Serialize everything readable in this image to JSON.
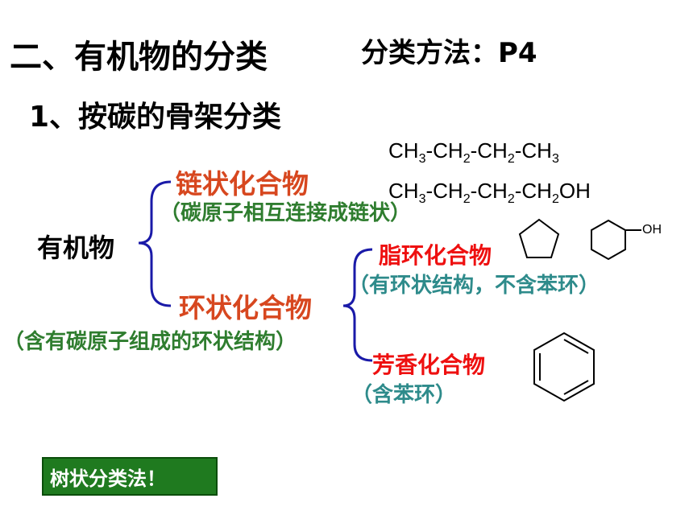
{
  "header": {
    "title": "二、有机物的分类",
    "method": "分类方法：P4"
  },
  "section": {
    "subtitle": "1、按碳的骨架分类"
  },
  "formulas": {
    "alkane": [
      "CH",
      "3",
      "-CH",
      "2",
      "-CH",
      "2",
      "-CH",
      "3"
    ],
    "alcohol": [
      "CH",
      "3",
      "-CH",
      "2",
      "-CH",
      "2",
      "-CH",
      "2",
      "OH"
    ]
  },
  "tree": {
    "root": "有机物",
    "chain": {
      "label": "链状化合物",
      "note": "（碳原子相互连接成链状）"
    },
    "ring": {
      "label": "环状化合物",
      "note": "（含有碳原子组成的环状结构）",
      "alicyclic": {
        "label": "脂环化合物",
        "note": "（有环状结构，不含苯环）"
      },
      "aromatic": {
        "label": "芳香化合物",
        "note": "（含苯环）"
      }
    }
  },
  "structures": {
    "oh_label": "OH"
  },
  "footer": {
    "button": "树状分类法！"
  },
  "colors": {
    "orange": "#d7471f",
    "red": "#ee1010",
    "green": "#2f7d2f",
    "teal": "#2e8b8b",
    "brace": "#1a1aa8",
    "button_bg": "#1f7a1f"
  }
}
